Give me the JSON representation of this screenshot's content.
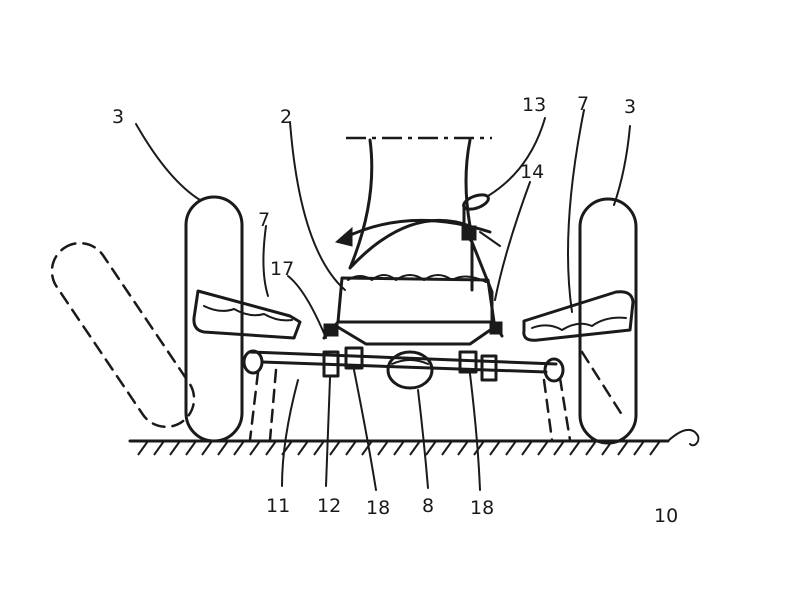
{
  "figure": {
    "labels": {
      "wheel_left": "3",
      "wheel_right": "3",
      "frame": "2",
      "handle": "13",
      "linkage": "14",
      "seat_left": "7",
      "seat_right": "7",
      "joint": "17",
      "ground": "10",
      "support": "11",
      "bracket": "12",
      "pivot_left": "18",
      "axle": "8",
      "pivot_right": "18"
    }
  }
}
